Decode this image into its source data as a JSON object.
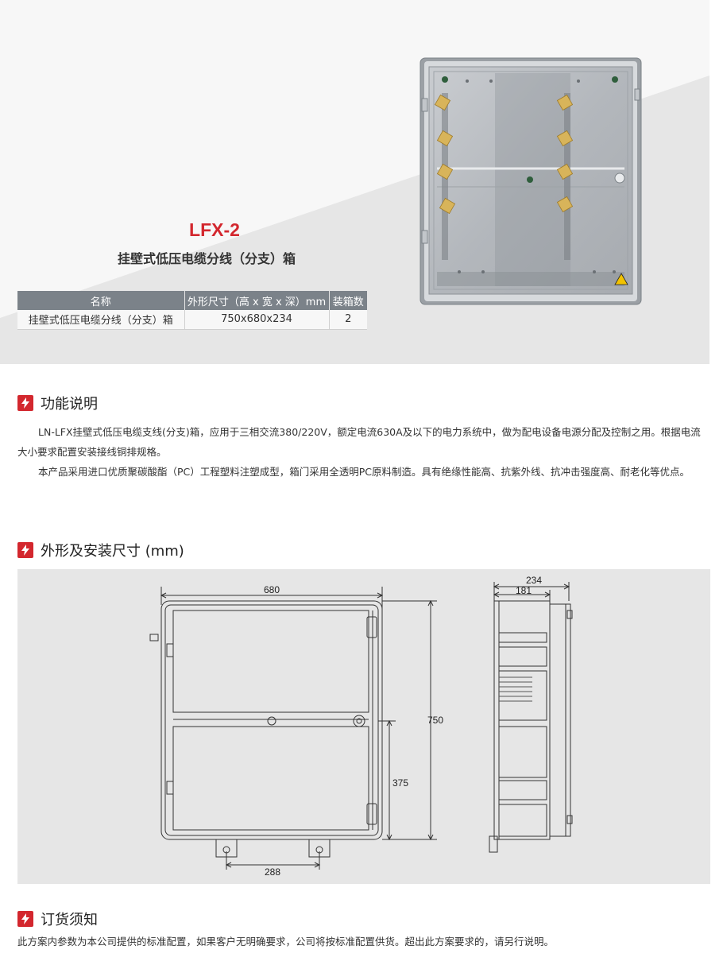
{
  "product": {
    "model": "LFX-2",
    "name": "挂壁式低压电缆分线（分支）箱"
  },
  "spec_table": {
    "headers": [
      "名称",
      "外形尺寸（高 x 宽 x 深）mm",
      "装箱数"
    ],
    "rows": [
      [
        "挂壁式低压电缆分线（分支）箱",
        "750x680x234",
        "2"
      ]
    ]
  },
  "sections": {
    "function": {
      "title": "功能说明",
      "paragraphs": [
        "LN-LFX挂壁式低压电缆支线(分支)箱，应用于三相交流380/220V，额定电流630A及以下的电力系统中，做为配电设备电源分配及控制之用。根据电流大小要求配置安装接线铜排规格。",
        "本产品采用进口优质聚碳酸酯（PC）工程塑料注塑成型，箱门采用全透明PC原料制造。具有绝缘性能高、抗紫外线、抗冲击强度高、耐老化等优点。"
      ]
    },
    "dimensions": {
      "title": "外形及安装尺寸 (mm)",
      "labels": {
        "width": "680",
        "height": "750",
        "half_height": "375",
        "mount_spacing": "288",
        "depth": "234",
        "inner_depth": "181"
      }
    },
    "ordering": {
      "title": "订货须知",
      "text": "此方案内参数为本公司提供的标准配置，如果客户无明确要求，公司将按标准配置供货。超出此方案要求的，请另行说明。"
    }
  },
  "colors": {
    "accent": "#d3272e",
    "table_header": "#7b8289",
    "panel_bg": "#e6e6e6"
  },
  "icons": {
    "section_marker": "lightning-bolt-icon"
  }
}
